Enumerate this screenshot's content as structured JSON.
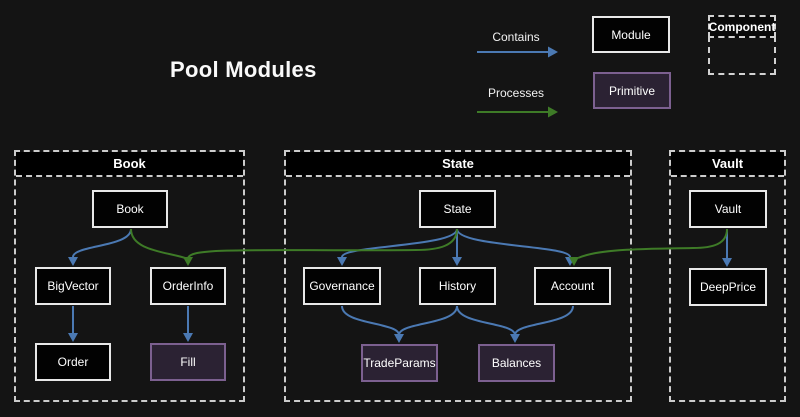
{
  "title": "Pool Modules",
  "legend": {
    "contains_label": "Contains",
    "processes_label": "Processes",
    "module_label": "Module",
    "primitive_label": "Primitive",
    "component_label": "Component"
  },
  "colors": {
    "contains_arrow": "#4b79b3",
    "processes_arrow": "#3e7b27",
    "module_border": "#e8e8e8",
    "primitive_fill": "#2b2233",
    "primitive_border": "#7c6090",
    "background": "#141414"
  },
  "containers": {
    "book": {
      "title": "Book"
    },
    "state": {
      "title": "State"
    },
    "vault": {
      "title": "Vault"
    }
  },
  "nodes": {
    "book": {
      "label": "Book",
      "type": "module"
    },
    "bigvector": {
      "label": "BigVector",
      "type": "module"
    },
    "orderinfo": {
      "label": "OrderInfo",
      "type": "module"
    },
    "order": {
      "label": "Order",
      "type": "module"
    },
    "fill": {
      "label": "Fill",
      "type": "primitive"
    },
    "state": {
      "label": "State",
      "type": "module"
    },
    "governance": {
      "label": "Governance",
      "type": "module"
    },
    "history": {
      "label": "History",
      "type": "module"
    },
    "account": {
      "label": "Account",
      "type": "module"
    },
    "tradeparams": {
      "label": "TradeParams",
      "type": "primitive"
    },
    "balances": {
      "label": "Balances",
      "type": "primitive"
    },
    "vault": {
      "label": "Vault",
      "type": "module"
    },
    "deepprice": {
      "label": "DeepPrice",
      "type": "module"
    }
  },
  "edges": {
    "contains": [
      {
        "from": "Book",
        "to": "BigVector"
      },
      {
        "from": "BigVector",
        "to": "Order"
      },
      {
        "from": "OrderInfo",
        "to": "Fill"
      },
      {
        "from": "State",
        "to": "Governance"
      },
      {
        "from": "State",
        "to": "History"
      },
      {
        "from": "State",
        "to": "Account"
      },
      {
        "from": "Governance",
        "to": "TradeParams"
      },
      {
        "from": "History",
        "to": "TradeParams"
      },
      {
        "from": "History",
        "to": "Balances"
      },
      {
        "from": "Account",
        "to": "Balances"
      },
      {
        "from": "Vault",
        "to": "DeepPrice"
      }
    ],
    "processes": [
      {
        "from": "Book",
        "to": "OrderInfo"
      },
      {
        "from": "State",
        "to": "OrderInfo"
      },
      {
        "from": "Vault",
        "to": "Account"
      }
    ]
  }
}
